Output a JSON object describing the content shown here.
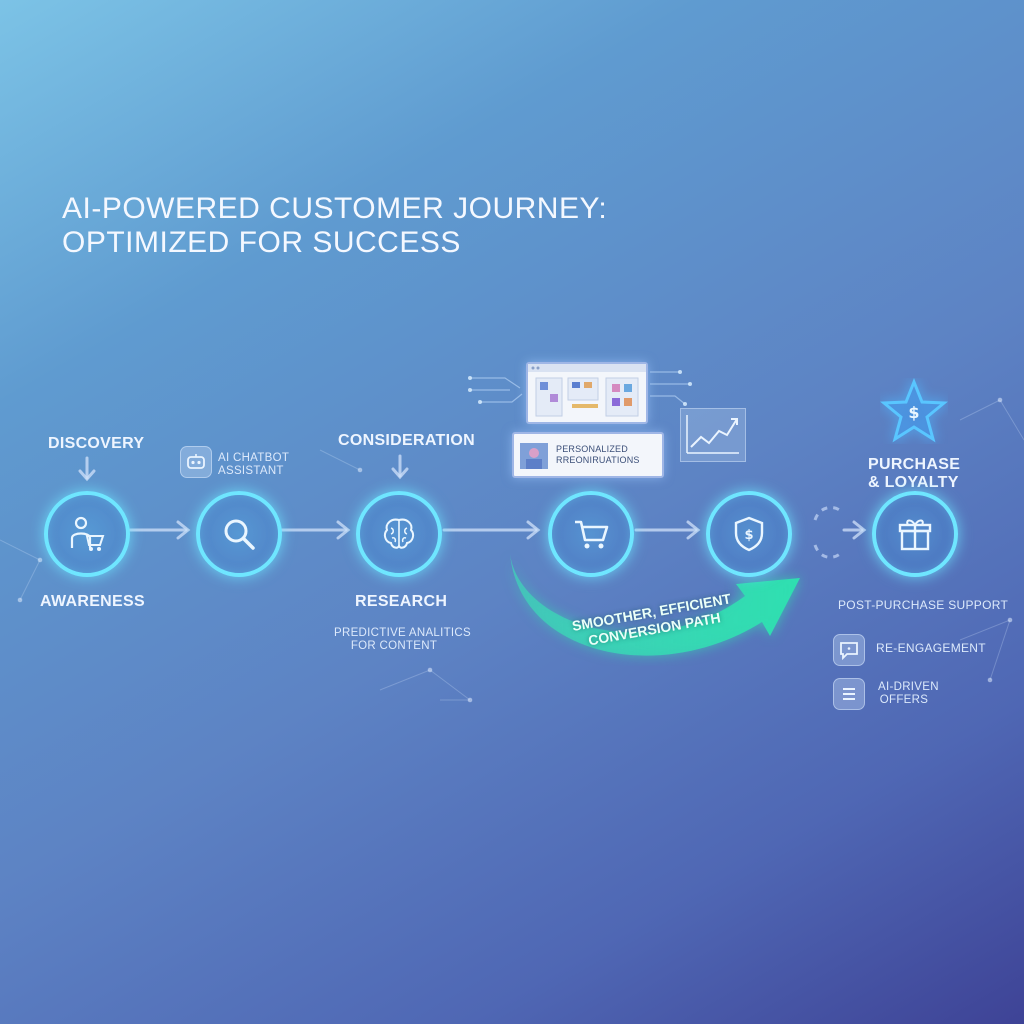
{
  "title": {
    "line1": "AI-POWERED CUSTOMER JOURNEY:",
    "line2": "OPTIMIZED FOR SUCCESS"
  },
  "stages": {
    "discovery": "DISCOVERY",
    "awareness": "AWARENESS",
    "consideration": "CONSIDERATION",
    "research": "RESEARCH",
    "purchase_line1": "PURCHASE",
    "purchase_line2": "& LOYALTY"
  },
  "callouts": {
    "chatbot_line1": "AI CHATBOT",
    "chatbot_line2": "ASSISTANT",
    "predictive_line1": "PREDICTIVE ANALITICS",
    "predictive_line2": "FOR CONTENT",
    "personalized_line1": "PERSONALIZED",
    "personalized_line2": "RREONIRUATIONS",
    "conversion_line1": "SMOOTHER, EFFICIENT",
    "conversion_line2": "CONVERSION PATH",
    "post_purchase": "POST-PURCHASE SUPPORT",
    "reengagement": "RE-ENGAGEMENT",
    "offers_line1": "AI-DRIVEN",
    "offers_line2": "OFFERS"
  },
  "icons": {
    "n1": "person-cart-icon",
    "n2": "magnifier-icon",
    "n3": "brain-icon",
    "n4": "shopping-cart-icon",
    "n5": "shield-dollar-icon",
    "n6": "gift-icon",
    "star": "star-dollar-icon",
    "chatbot": "robot-icon",
    "chart": "growth-chart-icon",
    "chat": "chat-bubble-icon",
    "offers": "list-icon"
  },
  "colors": {
    "node_ring": "#6fe6ff",
    "flow_arrow": "#2fe0b0",
    "star": "#4fb8ff",
    "bg_top": "#7cc3e6",
    "bg_bottom": "#3e4396"
  }
}
